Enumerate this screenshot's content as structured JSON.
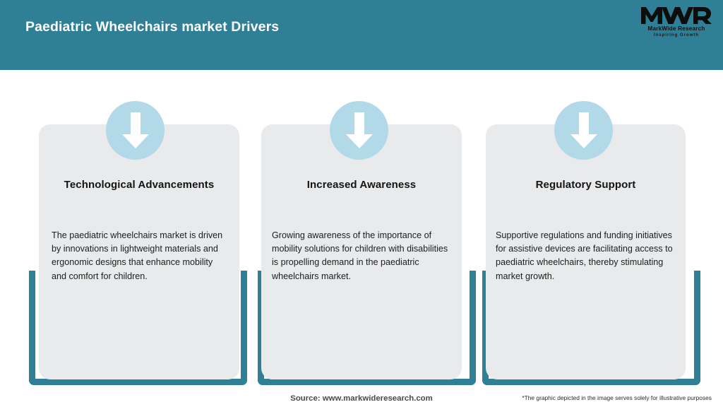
{
  "header": {
    "title": "Paediatric Wheelchairs market Drivers",
    "background_color": "#2f7f97",
    "title_color": "#ffffff"
  },
  "logo": {
    "mark": "MWR",
    "name": "MarkWide Research",
    "tagline": "Inspiring Growth"
  },
  "theme": {
    "teal": "#2f7f97",
    "panel_grey": "#e8eaec",
    "icon_circle_blue": "#b2d9e8",
    "arrow_white": "#ffffff"
  },
  "cards": [
    {
      "icon": "down-arrow-icon",
      "heading": "Technological Advancements",
      "body": "The paediatric wheelchairs market is driven by innovations in lightweight materials and ergonomic designs that enhance mobility and comfort for children."
    },
    {
      "icon": "down-arrow-icon",
      "heading": "Increased Awareness",
      "body": "Growing awareness of the importance of mobility solutions for children with disabilities is propelling demand in the paediatric wheelchairs market."
    },
    {
      "icon": "down-arrow-icon",
      "heading": "Regulatory Support",
      "body": "Supportive regulations and funding initiatives for assistive devices are facilitating access to paediatric wheelchairs, thereby stimulating market growth."
    }
  ],
  "footer": {
    "source": "Source: www.markwideresearch.com",
    "disclaimer": "*The graphic depicted in the image serves solely for illustrative purposes"
  }
}
